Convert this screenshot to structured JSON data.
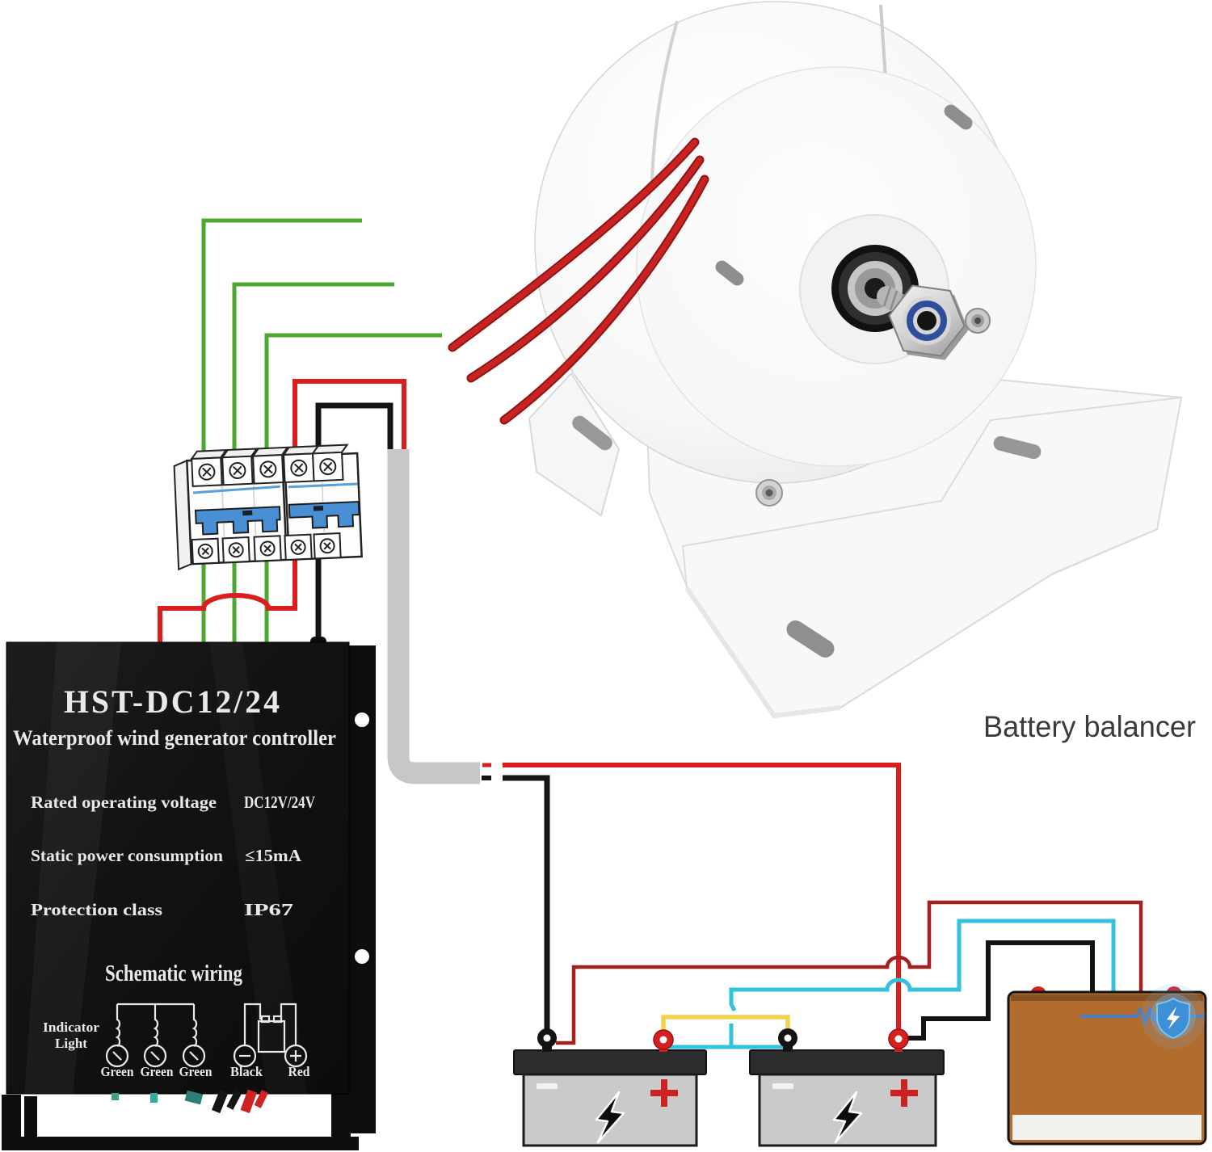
{
  "colors": {
    "wire-green": "#4CA832",
    "wire-red": "#D91E1E",
    "wire-darkred": "#A32121",
    "wire-black": "#141414",
    "wire-cyan": "#33C2DE",
    "wire-yellow": "#EFD44F",
    "cable-gray": "#C7C7C7",
    "controller-bg": "#121212",
    "controller-text": "#E9E9E9",
    "breaker-blue": "#4A8FD4",
    "battery-body": "#CACACA",
    "battery-cap": "#2D2D2D",
    "balancer-body": "#B26D2E",
    "plus-red": "#CC2222",
    "label-gray": "#3A3A3A"
  },
  "annotations": {
    "battery_balancer_label": "Battery balancer"
  },
  "controller": {
    "model": "HST-DC12/24",
    "title": "Waterproof wind generator controller",
    "specs": [
      {
        "name": "Rated operating voltage",
        "value": "DC12V/24V"
      },
      {
        "name": "Static power consumption",
        "value": "≤15mA"
      },
      {
        "name": "Protection class",
        "value": "IP67"
      }
    ],
    "schematic_title": "Schematic wiring",
    "indicator": {
      "line1": "Indicator",
      "line2": "Light"
    },
    "terminals": [
      "Green",
      "Green",
      "Green",
      "Black",
      "Red"
    ]
  }
}
